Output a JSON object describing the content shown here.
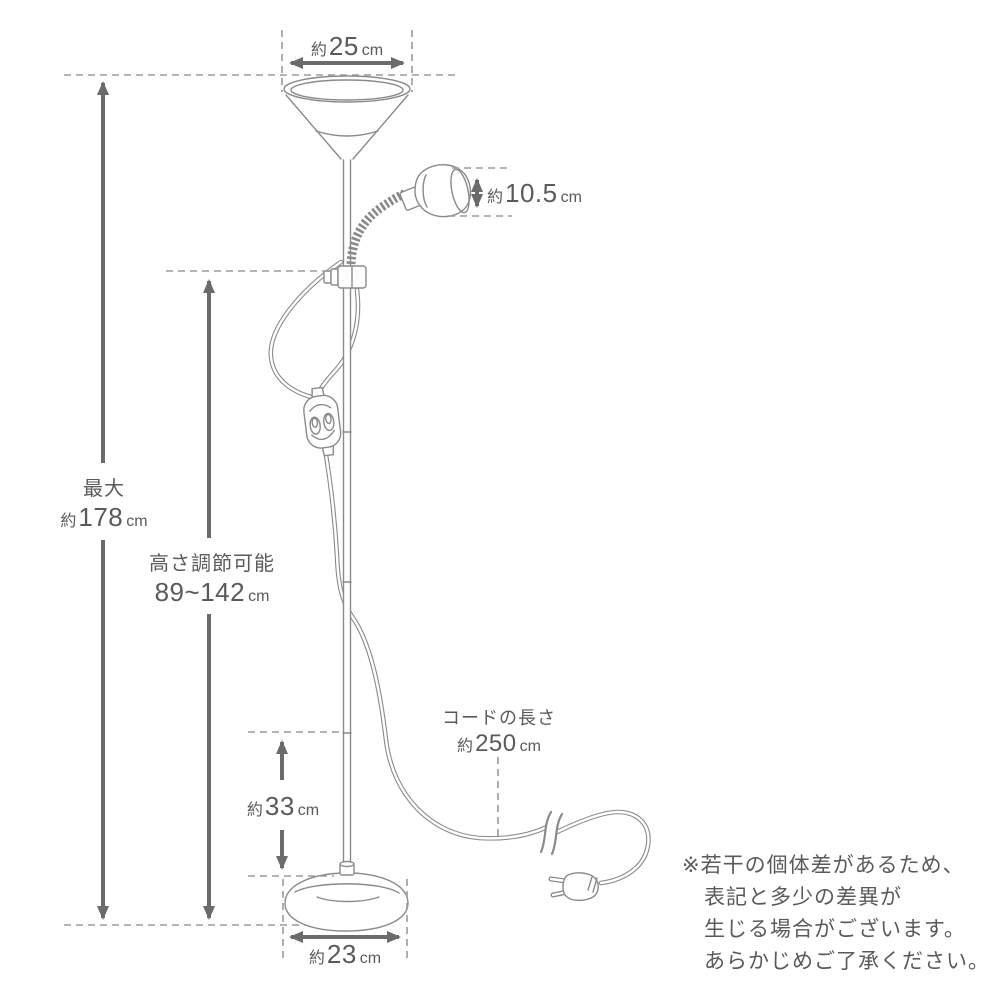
{
  "dimensions": {
    "shade_width": {
      "prefix": "約",
      "value": "25",
      "unit": "cm"
    },
    "sub_lamp_height": {
      "prefix": "約",
      "value": "10.5",
      "unit": "cm"
    },
    "max_height": {
      "label": "最大",
      "prefix": "約",
      "value": "178",
      "unit": "cm"
    },
    "adjustable_height": {
      "label": "高さ調節可能",
      "value": "89~142",
      "unit": "cm"
    },
    "lower_pole_height": {
      "prefix": "約",
      "value": "33",
      "unit": "cm"
    },
    "base_width": {
      "prefix": "約",
      "value": "23",
      "unit": "cm"
    },
    "cord_length": {
      "label": "コードの長さ",
      "prefix": "約",
      "value": "250",
      "unit": "cm"
    }
  },
  "disclaimer": {
    "lines": [
      "※若干の個体差があるため、",
      "表記と多少の差異が",
      "生じる場合がございます。",
      "あらかじめご了承ください。"
    ]
  },
  "colors": {
    "background": "#ffffff",
    "text": "#5a5a5a",
    "dimension_arrow": "#6b6b6b",
    "dashed_guide": "#9b9b9b",
    "line_art": "#8a8a8a"
  }
}
